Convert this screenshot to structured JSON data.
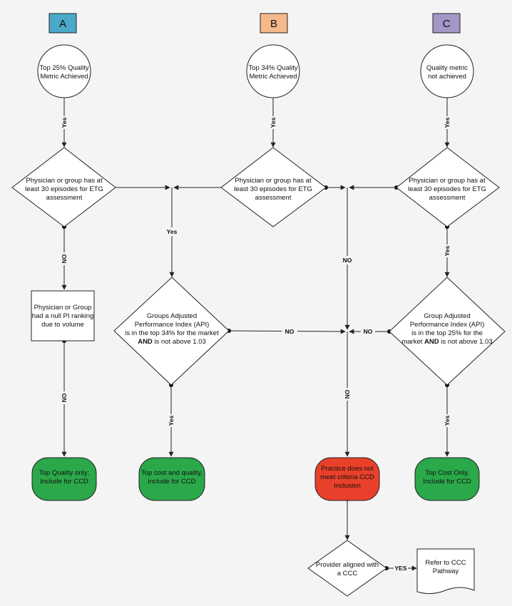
{
  "headers": {
    "a": {
      "label": "A",
      "color": "#4aaac8"
    },
    "b": {
      "label": "B",
      "color": "#f6b98c"
    },
    "c": {
      "label": "C",
      "color": "#a596c8"
    }
  },
  "nodes": {
    "start_a": [
      "Top 25% Quality",
      "Metric Achieved"
    ],
    "start_b": [
      "Top 34% Quality",
      "Metric Achieved"
    ],
    "start_c": [
      "Quality metric",
      "not achieved"
    ],
    "decision_a": [
      "Physician or group has at",
      "least 30 episodes for ETG",
      "assessment"
    ],
    "decision_b": [
      "Physician or group has at",
      "least 30 episodes for ETG",
      "assessment"
    ],
    "decision_c": [
      "Physician or group has at",
      "least 30 episodes for ETG",
      "assessment"
    ],
    "null_pi": [
      "Physician or Group",
      "had a null PI ranking",
      "due to volume"
    ],
    "api_b": {
      "line1": "Groups Adjusted",
      "line2": "Performance Index (API)",
      "line3": "is in the top 34% for the market",
      "line4_bold": "AND",
      "line4_rest": " is not above 1.03"
    },
    "api_c": {
      "line1": "Group Adjusted",
      "line2": "Performance Index (API)",
      "line3": "is in  the top 25% for the",
      "line4_pre": "market ",
      "line4_bold": "AND",
      "line4_rest": " is not above 1.03"
    },
    "out_quality": [
      "Top Quality only;",
      "Include for  CCD"
    ],
    "out_cost_quality": [
      "Top cost and quality,",
      "include for CCD"
    ],
    "out_not_meet": [
      "Practice does not",
      "meet criteria  CCD",
      "Inclusion"
    ],
    "out_cost": [
      "Top Cost Only,",
      "Include for  CCD"
    ],
    "aligned": [
      "Provider aligned with",
      "a CCC"
    ],
    "refer": [
      "Refer to CCC",
      "Pathway"
    ]
  },
  "edges": {
    "yes_a": "Yes",
    "yes_b": "Yes",
    "yes_c": "Yes",
    "yes_mid": "Yes",
    "no_a1": "NO",
    "no_a2": "NO",
    "no_center": "NO",
    "no_api_b": "NO",
    "no_api_c": "NO",
    "no_final": "NO",
    "yes_api_b": "Yes",
    "yes_api_c": "Yes",
    "yes_c_down": "Yes",
    "yes_refer": "YES"
  },
  "colors": {
    "green": "#2aa84a",
    "red": "#e8402a",
    "stroke": "#222222",
    "fill": "#ffffff"
  }
}
